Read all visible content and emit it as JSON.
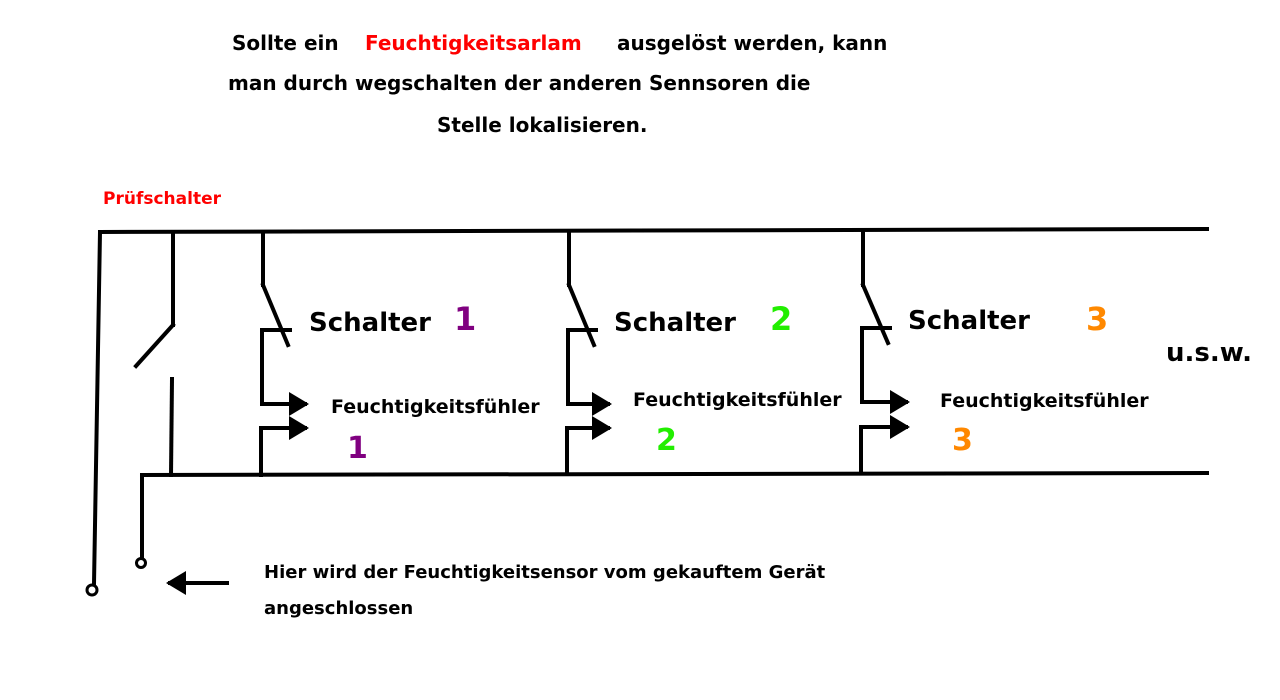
{
  "intro": {
    "line1_before": "Sollte ein",
    "line1_highlight": "Feuchtigkeitsarlam",
    "line1_after": "ausgelöst werden, kann",
    "line2": "man durch wegschalten der anderen Sennsoren die",
    "line3": "Stelle lokalisieren."
  },
  "test_switch_label": "Prüfschalter",
  "sections": [
    {
      "switch_label": "Schalter",
      "number": "1",
      "sensor_label": "Feuchtigkeitsfühler",
      "color": "#800080"
    },
    {
      "switch_label": "Schalter",
      "number": "2",
      "sensor_label": "Feuchtigkeitsfühler",
      "color": "#22ee00"
    },
    {
      "switch_label": "Schalter",
      "number": "3",
      "sensor_label": "Feuchtigkeitsfühler",
      "color": "#ff8800"
    }
  ],
  "etc_label": "u.s.w.",
  "note": {
    "line1": "Hier wird der Feuchtigkeitsensor vom gekauftem Gerät",
    "line2": "angeschlossen"
  },
  "colors": {
    "highlight": "#ff0000",
    "wire": "#000000"
  }
}
